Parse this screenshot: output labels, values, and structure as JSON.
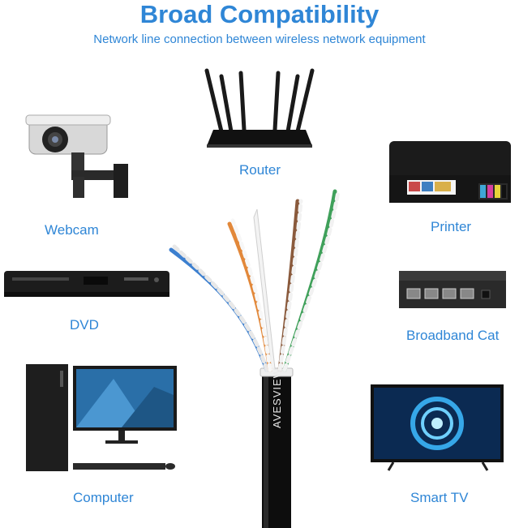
{
  "header": {
    "title": "Broad Compatibility",
    "subtitle": "Network line connection between wireless network equipment"
  },
  "devices": {
    "router": "Router",
    "webcam": "Webcam",
    "printer": "Printer",
    "dvd": "DVD",
    "broadband": "Broadband Cat",
    "computer": "Computer",
    "smart_tv": "Smart TV"
  },
  "cable": {
    "brand": "AVESVIEW"
  },
  "colors": {
    "accent": "#2f86d6"
  }
}
